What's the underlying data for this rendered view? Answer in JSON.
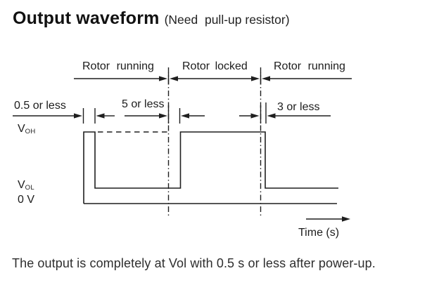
{
  "header": {
    "title": "Output waveform",
    "subtitle": "(Need  pull-up resistor)"
  },
  "diagram": {
    "regions": [
      {
        "label": "Rotor running"
      },
      {
        "label": "Rotor locked"
      },
      {
        "label": "Rotor running"
      }
    ],
    "timings": [
      {
        "label": "0.5 or less"
      },
      {
        "label": "5 or less"
      },
      {
        "label": "3 or less"
      }
    ],
    "levels": {
      "voh_symbol": "V",
      "voh_sub": "OH",
      "vol_symbol": "V",
      "vol_sub": "OL",
      "zero": "0 V"
    },
    "axis": {
      "time_label": "Time (s)"
    },
    "waveform": {
      "type": "digital-timing",
      "levels_shown": [
        "VOH",
        "VOL",
        "0 V"
      ],
      "sequence": [
        {
          "region": "power-up",
          "state": "brief VOH pulse then falls to VOL",
          "duration_s": "0.5 or less"
        },
        {
          "region": "Rotor running",
          "state": "VOL (VOH level shown dashed)"
        },
        {
          "region": "Rotor locked",
          "state": "rises to VOH",
          "delay_s": "5 or less"
        },
        {
          "region": "Rotor running",
          "state": "falls back to VOL",
          "delay_s": "3 or less"
        }
      ]
    }
  },
  "caption": "The output is completely at Vol with 0.5 s or less after power-up.",
  "colors": {
    "ink": "#1f1f1f",
    "background": "#ffffff"
  }
}
